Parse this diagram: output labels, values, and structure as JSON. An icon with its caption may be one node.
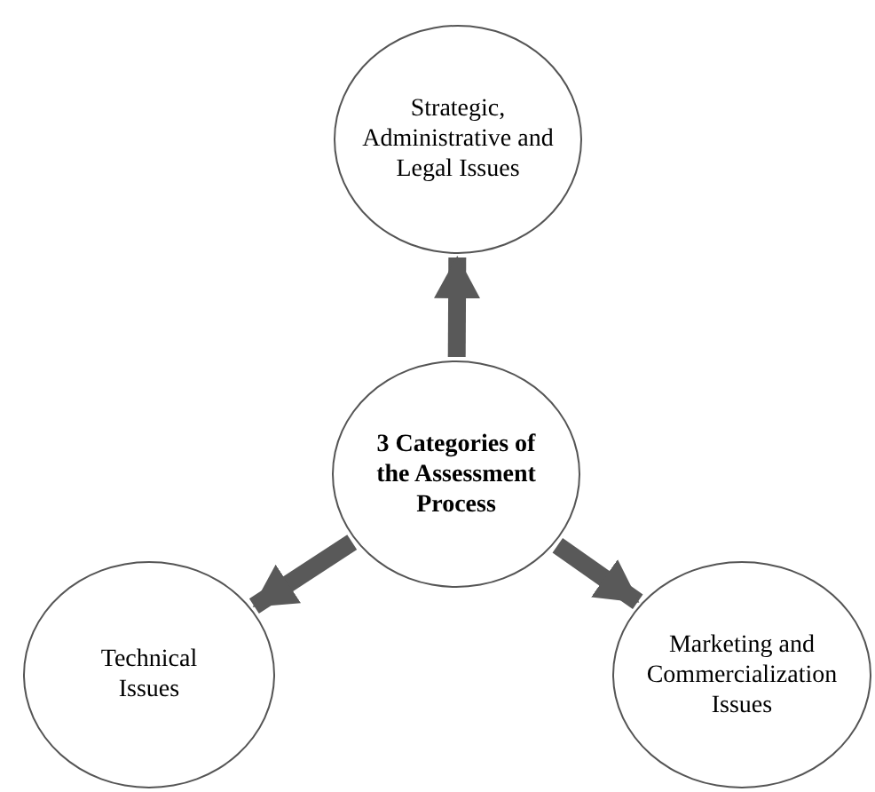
{
  "diagram": {
    "nodes": [
      {
        "text": [
          "Strategic, Administrative and Legal Issues"
        ]
      },
      {
        "text": [
          "3 Categories of the Assessment Process"
        ]
      },
      {
        "text": [
          "Technical Issues"
        ]
      },
      {
        "text": [
          "Marketing and Commercialization Issues"
        ]
      }
    ],
    "edges": [
      {
        "from": 1,
        "to": 0,
        "arrow": "to"
      },
      {
        "from": 1,
        "to": 2,
        "arrow": "to"
      },
      {
        "from": 1,
        "to": 3,
        "arrow": "to"
      }
    ]
  }
}
